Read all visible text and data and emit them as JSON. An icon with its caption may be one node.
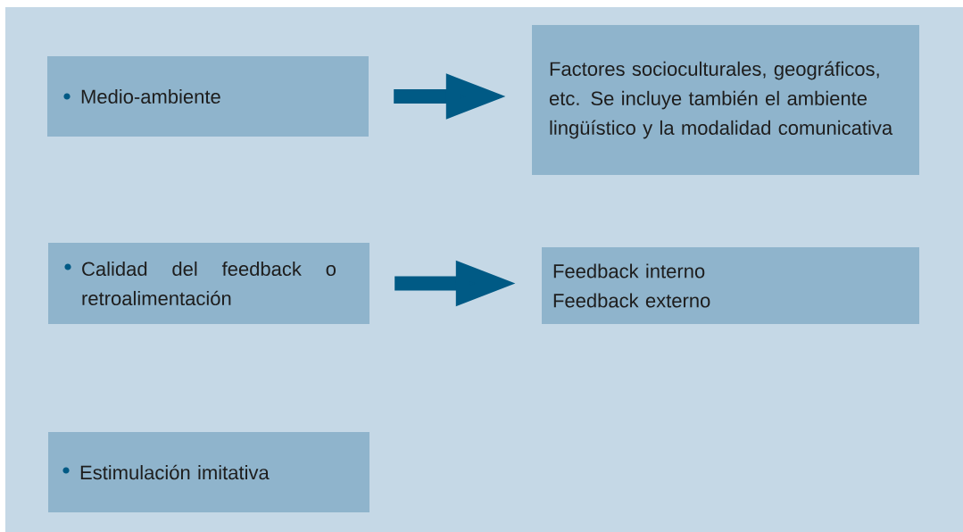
{
  "diagram": {
    "nodes": [
      {
        "text": [
          "Medio-ambiente"
        ]
      },
      {
        "text": [
          "Factores socioculturales, geográficos, etc. Se incluye también el ambiente lingüístico y la modalidad comunicativa"
        ]
      },
      {
        "text": [
          "Calidad del feedback o retroalimentación"
        ]
      },
      {
        "text": [
          "Feedback interno",
          "Feedback externo"
        ]
      },
      {
        "text": [
          "Estimulación imitativa"
        ]
      }
    ],
    "edges": [
      {
        "from": 0,
        "to": 1,
        "arrow": "to"
      },
      {
        "from": 2,
        "to": 3,
        "arrow": "to"
      }
    ]
  }
}
